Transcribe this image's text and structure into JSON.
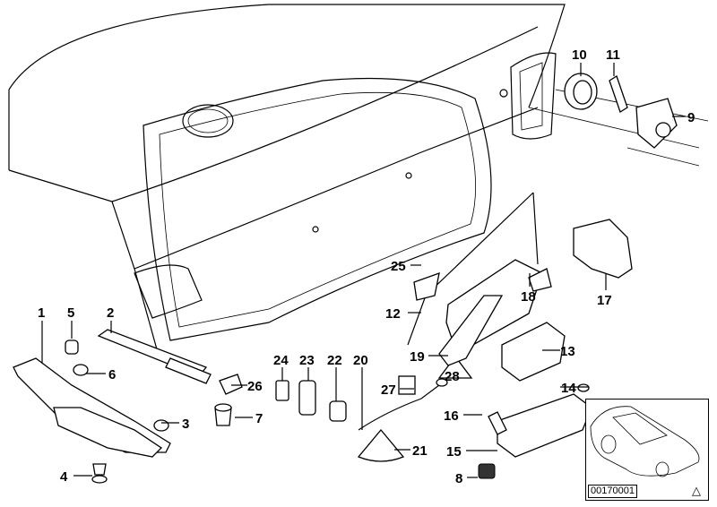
{
  "diagram": {
    "callouts": [
      "1",
      "2",
      "3",
      "4",
      "5",
      "6",
      "7",
      "8",
      "9",
      "10",
      "11",
      "12",
      "13",
      "14",
      "15",
      "16",
      "17",
      "18",
      "19",
      "20",
      "21",
      "22",
      "23",
      "24",
      "25",
      "26",
      "27",
      "28"
    ],
    "inset": {
      "part_code": "00170001",
      "icon": "warning-triangle-icon"
    }
  }
}
